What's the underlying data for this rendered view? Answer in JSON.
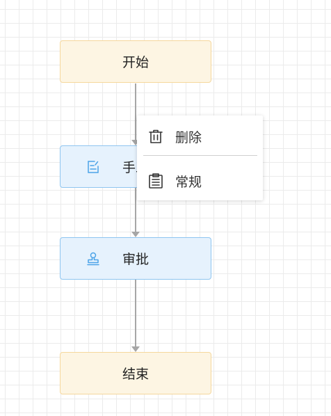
{
  "nodes": {
    "start": {
      "label": "开始"
    },
    "manual": {
      "label": "手工",
      "icon": "edit-document-icon"
    },
    "approve": {
      "label": "审批",
      "icon": "approval-stamp-icon"
    },
    "end": {
      "label": "结束"
    }
  },
  "context_menu": {
    "items": [
      {
        "label": "删除",
        "icon": "trash-icon"
      },
      {
        "label": "常规",
        "icon": "clipboard-icon"
      }
    ]
  },
  "colors": {
    "terminal_fill": "#fdf5e3",
    "terminal_border": "#f5d79c",
    "task_fill": "#e6f2fd",
    "task_border": "#8ec5f0",
    "task_icon": "#4ba3e8",
    "edge": "#a6a6a6"
  }
}
